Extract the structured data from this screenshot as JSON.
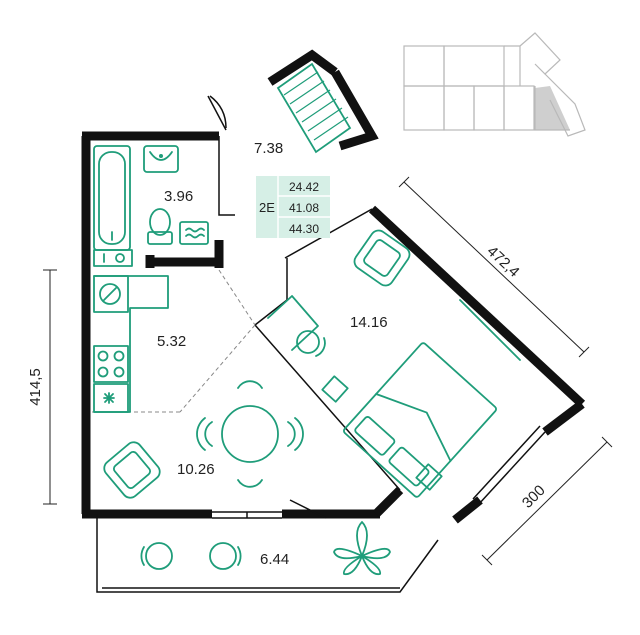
{
  "colors": {
    "wall": "#111111",
    "furniture": "#1f9d7a",
    "badge_fill": "#d6efe6",
    "key_highlight": "#cfcfcf"
  },
  "badge": {
    "type": "2E",
    "living_area": "24.42",
    "total_area": "41.08",
    "total_with_balcony": "44.30"
  },
  "rooms": {
    "hall": "7.38",
    "bathroom": "3.96",
    "kitchen": "5.32",
    "living": "10.26",
    "bedroom": "14.16",
    "balcony": "6.44"
  },
  "dimensions": {
    "left": "414,5",
    "right_upper": "472,4",
    "right_lower": "300"
  },
  "icons": [
    "bathtub-icon",
    "sink-icon",
    "toilet-icon",
    "heater-icon",
    "stove-icon",
    "armchair-icon",
    "bed-icon",
    "dining-table-icon",
    "plant-icon",
    "washing-machine-icon"
  ]
}
